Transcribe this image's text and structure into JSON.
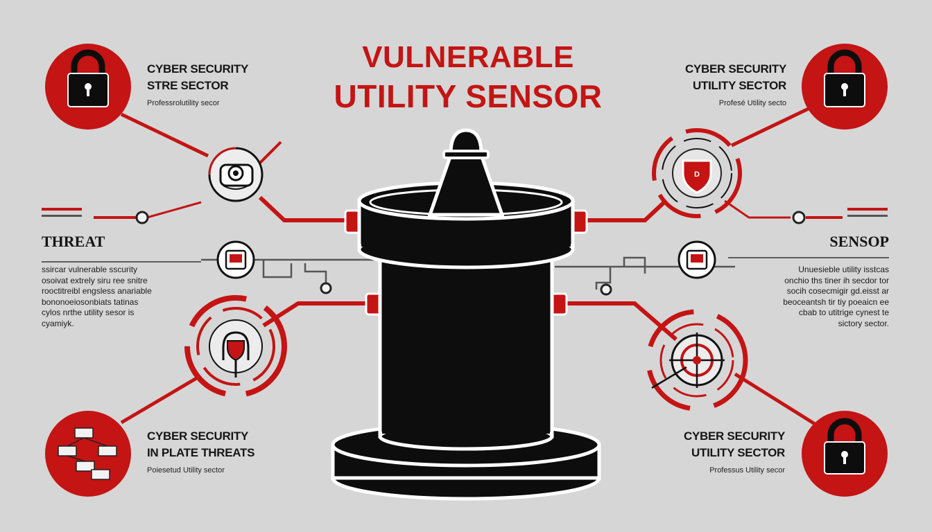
{
  "title": {
    "line1": "VULNERABLE",
    "line2": "UTILITY SENSOR"
  },
  "labels": {
    "top_left": {
      "head1": "CYBER SECURITY",
      "head2": "STRE SECTOR",
      "sub": "Professrolutility secor"
    },
    "top_right": {
      "head1": "CYBER SECURITY",
      "head2": "UTILITY SECTOR",
      "sub": "Profesé Utility secto"
    },
    "bottom_left": {
      "head1": "CYBER SECURITY",
      "head2": "IN PLATE THREATS",
      "sub": "Poiesetud Utility sector"
    },
    "bottom_right": {
      "head1": "CYBER SECURITY",
      "head2": "UTILITY SECTOR",
      "sub": "Professus Utility secor"
    }
  },
  "threat": {
    "heading": "THREAT",
    "lines": [
      "ssircar vulnerable sscurity",
      "osoivat extrely siru ree snitre",
      "rooctitreibl engsless anariable",
      "bononoeiosonbiats tatinas",
      "cylos nrthe utility sesor is",
      "cyamiyk."
    ]
  },
  "sensor": {
    "heading": "SENSOP",
    "lines": [
      "Unuesieble utility isstcas",
      "onchio ths tiner ih secdor tor",
      "socih cosecmigir gd.eisst ar",
      "beoceantsh tir tiy poeaicn ee",
      "cbab to utitrige cynest te",
      "sictory sector."
    ]
  },
  "icons": {
    "lock_top_left": "lock-icon",
    "lock_top_right": "lock-icon",
    "lock_bottom_right": "lock-icon",
    "network_bottom_left": "network-icon",
    "camera": "camera-icon",
    "shield": "shield-icon",
    "head_shield": "head-shield-icon",
    "target": "target-icon",
    "device_left": "device-icon",
    "device_right": "device-icon"
  },
  "colors": {
    "accent": "#c41414",
    "dark": "#0d0d0d",
    "background": "#d6d6d6"
  }
}
